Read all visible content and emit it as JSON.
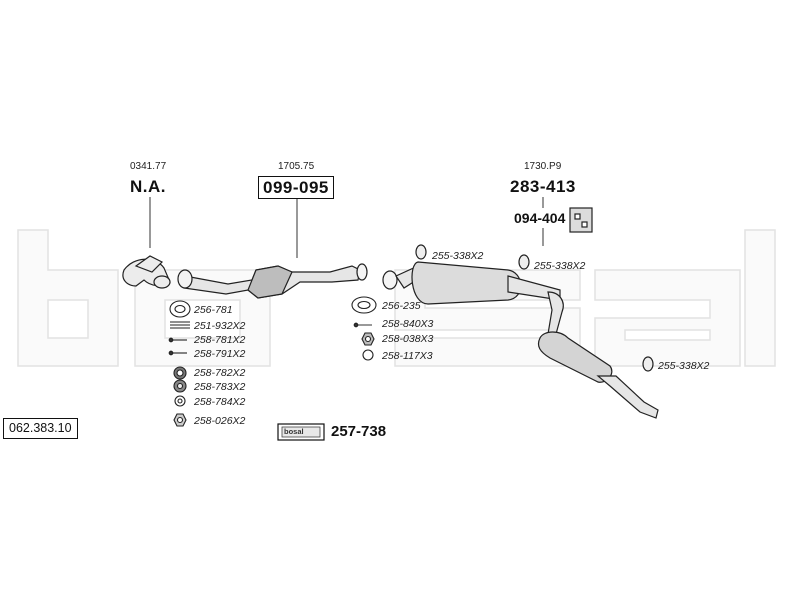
{
  "watermark_text": "bosal",
  "diagram_code": "062.383.10",
  "groups": [
    {
      "ref": "0341.77",
      "part": "N.A."
    },
    {
      "ref": "1705.75",
      "part": "099-095"
    },
    {
      "ref": "1730.P9",
      "part": "283-413"
    }
  ],
  "bracket_part": "094-404",
  "fitting_labels": {
    "f1": "256-781",
    "f2": "251-932X2",
    "f3": "258-781X2",
    "f4": "258-791X2",
    "f5": "258-782X2",
    "f6": "258-783X2",
    "f7": "258-784X2",
    "f8": "258-026X2",
    "g1": "256-235",
    "g2": "258-840X3",
    "g3": "258-038X3",
    "g4": "258-117X3",
    "h1": "255-338X2",
    "h2": "255-338X2",
    "h3": "255-338X2"
  },
  "kit": {
    "logo_text": "bosal",
    "part": "257-738"
  }
}
